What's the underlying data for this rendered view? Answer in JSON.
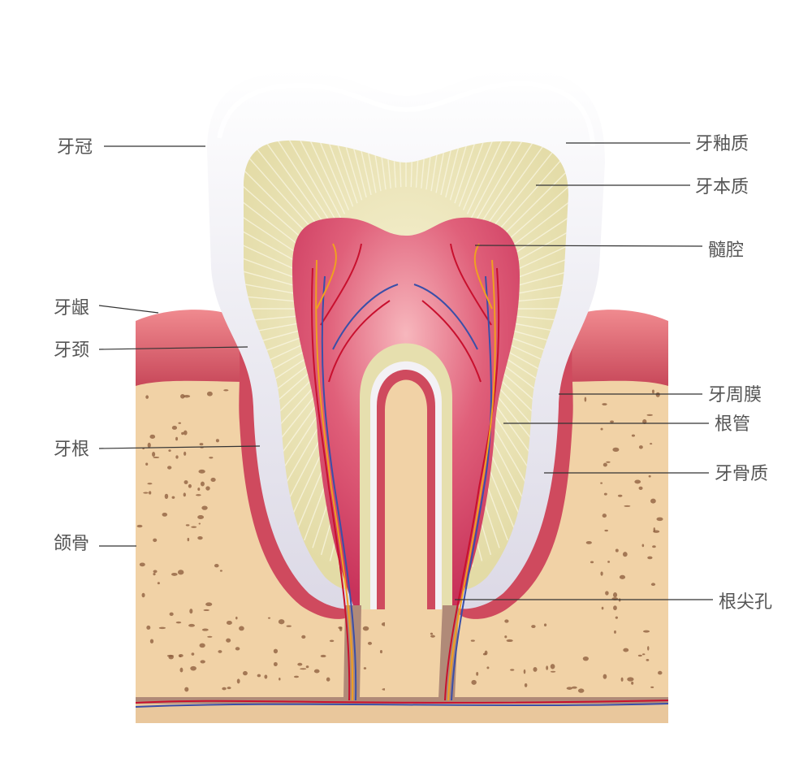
{
  "labels_left": {
    "crown": "牙冠",
    "gum": "牙龈",
    "neck": "牙颈",
    "root": "牙根",
    "jaw": "颌骨"
  },
  "labels_right": {
    "enamel": "牙釉质",
    "dentin": "牙本质",
    "pulp_cavity": "髓腔",
    "periodontal_membrane": "牙周膜",
    "root_canal": "根管",
    "cementum": "牙骨质",
    "apical_foramen": "根尖孔"
  },
  "colors": {
    "enamel": "#efedf3",
    "dentin": "#e9e3b6",
    "pulp": "#d9476a",
    "gum": "#d85a66",
    "bone": "#f1d2a6",
    "bone_pore": "#8a5a3a",
    "label": "#555555"
  }
}
